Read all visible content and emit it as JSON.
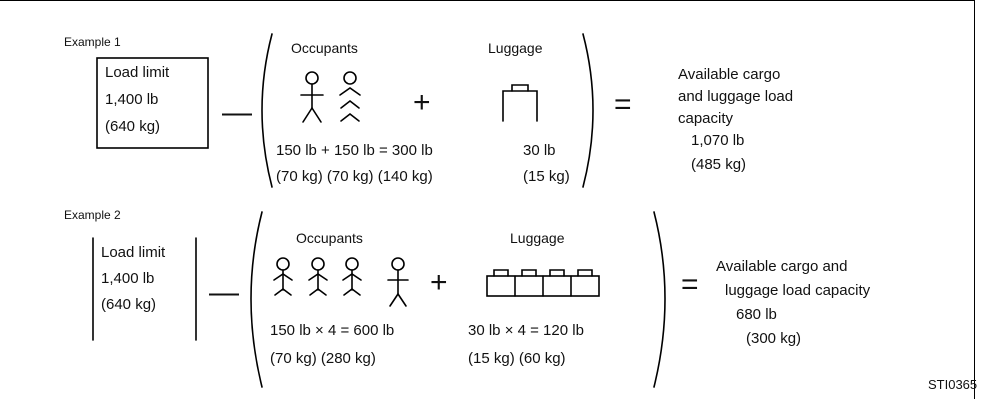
{
  "figure_code": "STI0365",
  "example1": {
    "label": "Example 1",
    "load_limit": [
      "Load limit",
      "1,400 lb",
      "(640 kg)"
    ],
    "occupants_heading": "Occupants",
    "luggage_heading": "Luggage",
    "calc_lb": "150 lb + 150 lb = 300 lb",
    "luggage_lb": "30 lb",
    "calc_kg": "(70 kg) (70 kg) (140 kg)",
    "luggage_kg": "(15 kg)",
    "minus": "—",
    "plus": "+",
    "equals": "=",
    "result": [
      "Available cargo",
      "and luggage load",
      "capacity",
      "1,070 lb",
      "(485 kg)"
    ]
  },
  "example2": {
    "label": "Example 2",
    "load_limit": [
      "Load limit",
      "1,400 lb",
      "(640 kg)"
    ],
    "occupants_heading": "Occupants",
    "luggage_heading": "Luggage",
    "calc_lb": "150 lb × 4 = 600 lb",
    "luggage_lb": "30 lb × 4 = 120 lb",
    "calc_kg": "(70 kg) (280 kg)",
    "luggage_kg": "(15 kg) (60 kg)",
    "minus": "—",
    "plus": "+",
    "equals": "=",
    "result": [
      "Available cargo and",
      "luggage load capacity",
      "680 lb",
      "(300 kg)"
    ]
  }
}
